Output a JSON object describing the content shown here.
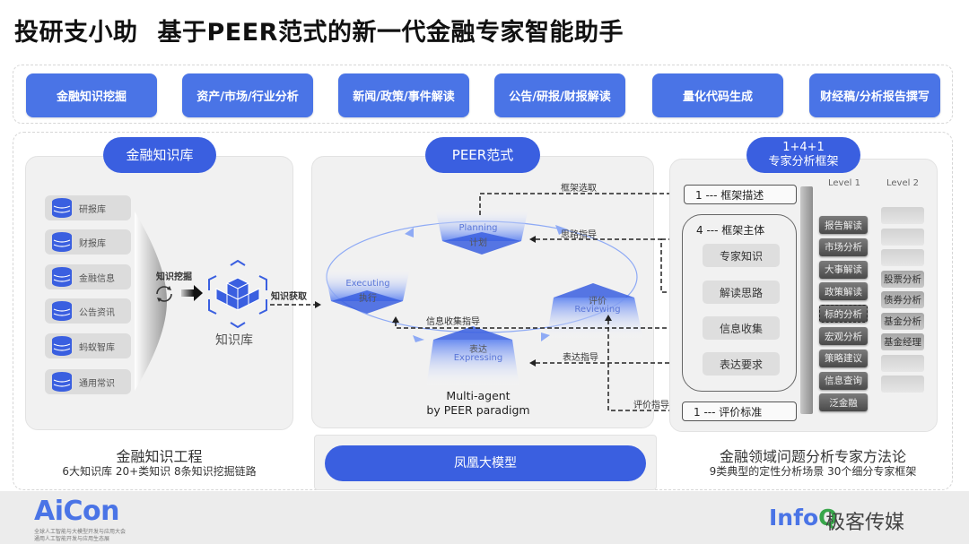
{
  "title": {
    "product": "投研支小助",
    "subtitle": "基于PEER范式的新一代金融专家智能助手"
  },
  "capabilities": [
    "金融知识挖掘",
    "资产/市场/行业分析",
    "新闻/政策/事件解读",
    "公告/研报/财报解读",
    "量化代码生成",
    "财经稿/分析报告撰写"
  ],
  "knowledge_base": {
    "header": "金融知识库",
    "databases": [
      "研报库",
      "财报库",
      "金融信息",
      "公告资讯",
      "蚂蚁智库",
      "通用常识"
    ],
    "mining_label": "知识挖掘",
    "kb_label": "知识库",
    "acquire_label": "知识获取",
    "caption": "金融知识工程",
    "caption_sub": "6大知识库 20+类知识 8条知识挖掘链路"
  },
  "peer": {
    "header": "PEER范式",
    "stages": {
      "planning": {
        "en": "Planning",
        "cn": "计划"
      },
      "executing": {
        "en": "Executing",
        "cn": "执行"
      },
      "expressing": {
        "en": "Expressing",
        "cn": "表达"
      },
      "reviewing": {
        "en": "Reviewing",
        "cn": "评价"
      }
    },
    "edges": {
      "frame_select": "框架选取",
      "idea_guide": "思路指导",
      "info_guide": "信息收集指导",
      "express_guide": "表达指导",
      "review_guide": "评价指导"
    },
    "caption_line1": "Multi-agent",
    "caption_line2": "by PEER paradigm",
    "model_button": "凤凰大模型"
  },
  "framework": {
    "header_line1": "1+4+1",
    "header_line2": "专家分析框架",
    "desc_box": "1 --- 框架描述",
    "body_title": "4 --- 框架主体",
    "body_items": [
      "专家知识",
      "解读思路",
      "信息收集",
      "表达要求"
    ],
    "eval_box": "1 --- 评价标准",
    "level1_header": "Level 1",
    "level2_header": "Level 2",
    "level1": [
      "报告解读",
      "市场分析",
      "大事解读",
      "政策解读",
      "标的分析",
      "宏观分析",
      "策略建议",
      "信息查询",
      "泛金融"
    ],
    "level1_highlight": "标的分析",
    "level2": [
      "",
      "",
      "",
      "股票分析",
      "债券分析",
      "基金分析",
      "基金经理",
      "",
      ""
    ],
    "caption": "金融领域问题分析专家方法论",
    "caption_sub": "9类典型的定性分析场景  30个细分专家框架"
  },
  "footer": {
    "left_logo": "AiCon",
    "left_sub1": "全球人工智能与大模型开发与应用大会",
    "left_sub2": "通用人工智能开发与应用生态展",
    "right_logo_a": "Info",
    "right_logo_b": "Q",
    "right_cn": "极客传媒"
  },
  "colors": {
    "accent": "#3a5fe0",
    "button": "#4a74e6",
    "infoq_green": "#38a64a"
  }
}
